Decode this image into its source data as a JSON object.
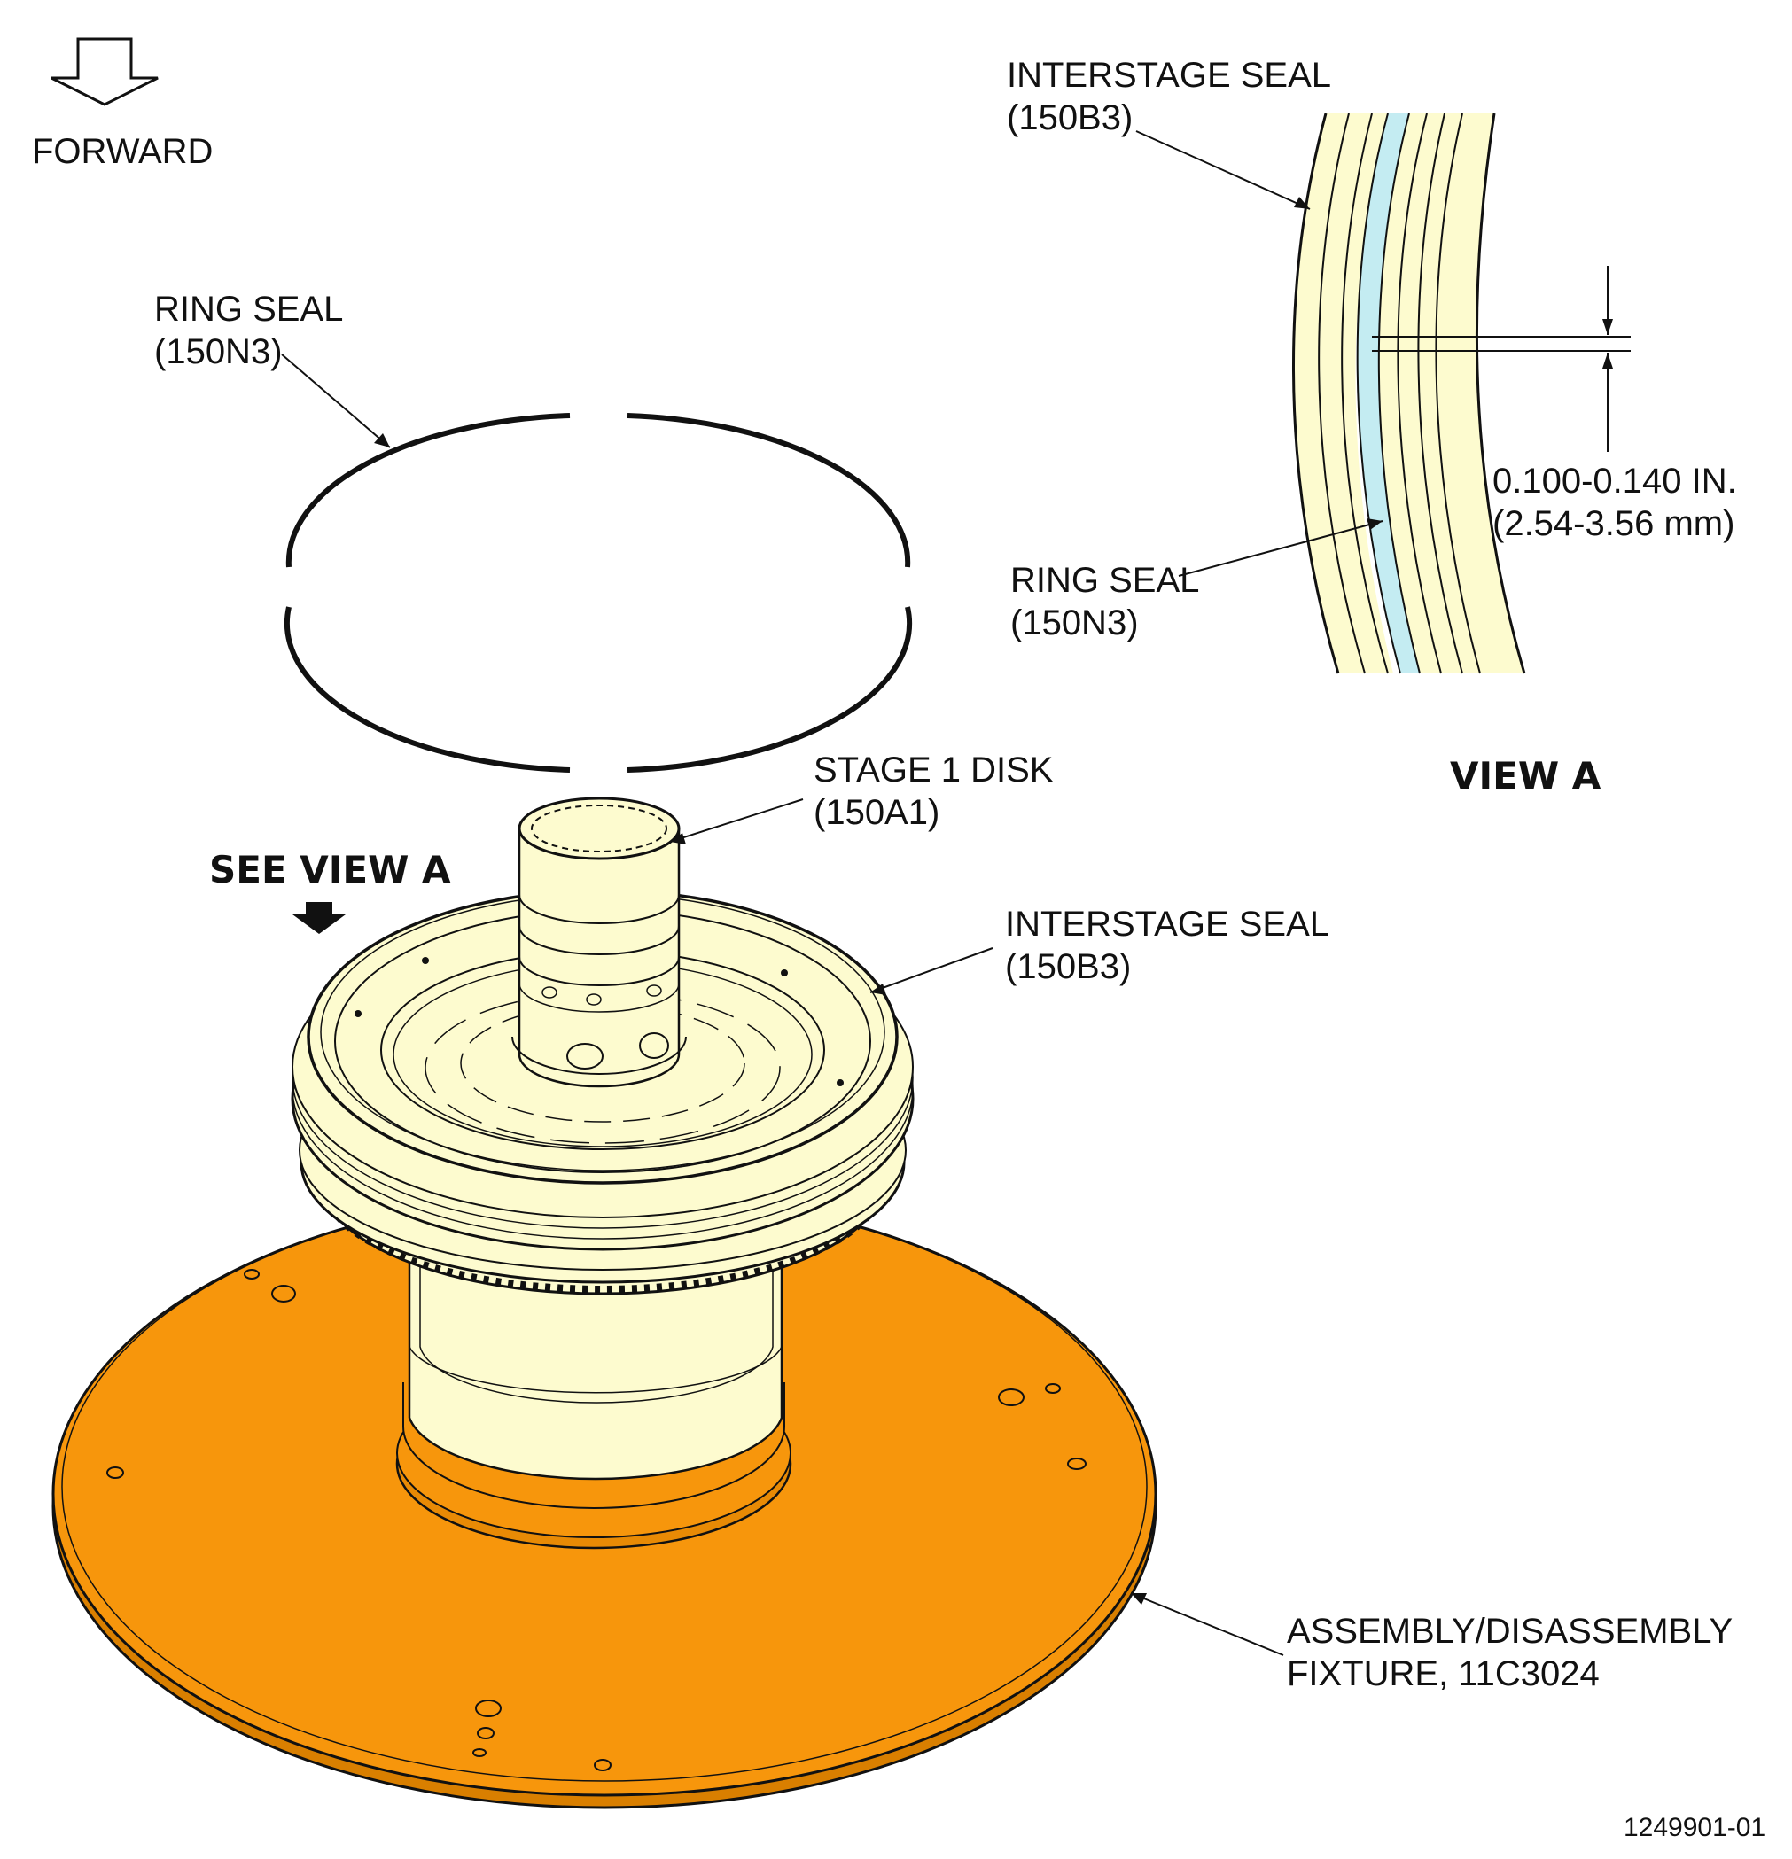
{
  "forward_label": "FORWARD",
  "callouts": {
    "ring_seal_top": {
      "name": "RING SEAL",
      "part": "(150N3)"
    },
    "stage1_disk": {
      "name": "STAGE 1 DISK",
      "part": "(150A1)"
    },
    "interstage_seal": {
      "name": "INTERSTAGE SEAL",
      "part": "(150B3)"
    },
    "fixture": {
      "line1": "ASSEMBLY/DISASSEMBLY",
      "line2": "FIXTURE, 11C3024"
    }
  },
  "see_view": "SEE VIEW A",
  "view_a": {
    "title": "VIEW A",
    "interstage_seal": {
      "name": "INTERSTAGE SEAL",
      "part": "(150B3)"
    },
    "ring_seal": {
      "name": "RING SEAL",
      "part": "(150N3)"
    },
    "dimension_in": "0.100-0.140 IN.",
    "dimension_mm": "(2.54-3.56 mm)"
  },
  "figure_number": "1249901-01",
  "colors": {
    "fixture_orange": "#f7960c",
    "fixture_edge": "#d97f00",
    "part_cream": "#fdfbcf",
    "ring_seal_cyan": "#c4ecf2",
    "line": "#111111"
  }
}
